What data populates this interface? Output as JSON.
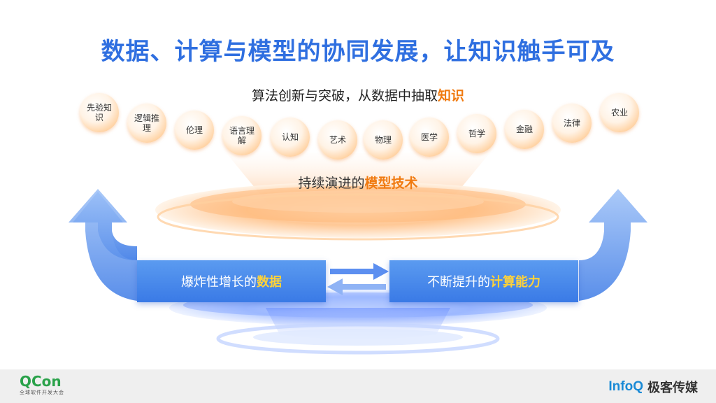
{
  "title": "数据、计算与模型的协同发展，让知识触手可及",
  "subtitle": {
    "text": "算法创新与突破，从数据中抽取",
    "highlight": "知识"
  },
  "bubbles": [
    "先验知识",
    "逻辑推理",
    "伦理",
    "语言理解",
    "认知",
    "艺术",
    "物理",
    "医学",
    "哲学",
    "金融",
    "法律",
    "农业"
  ],
  "model_label": {
    "text": "持续演进的",
    "highlight": "模型技术"
  },
  "left_box": {
    "text": "爆炸性增长的",
    "highlight": "数据"
  },
  "right_box": {
    "text": "不断提升的",
    "highlight": "计算能力"
  },
  "footer": {
    "qcon": "QCon",
    "qcon_sub": "全球软件开发大会",
    "infoq": "InfoQ",
    "infoq_cn": "极客传媒"
  },
  "colors": {
    "title": "#2f6fe0",
    "accent_orange": "#f07a10",
    "accent_yellow": "#ffd23a",
    "box_blue": "#3a7ae6"
  }
}
